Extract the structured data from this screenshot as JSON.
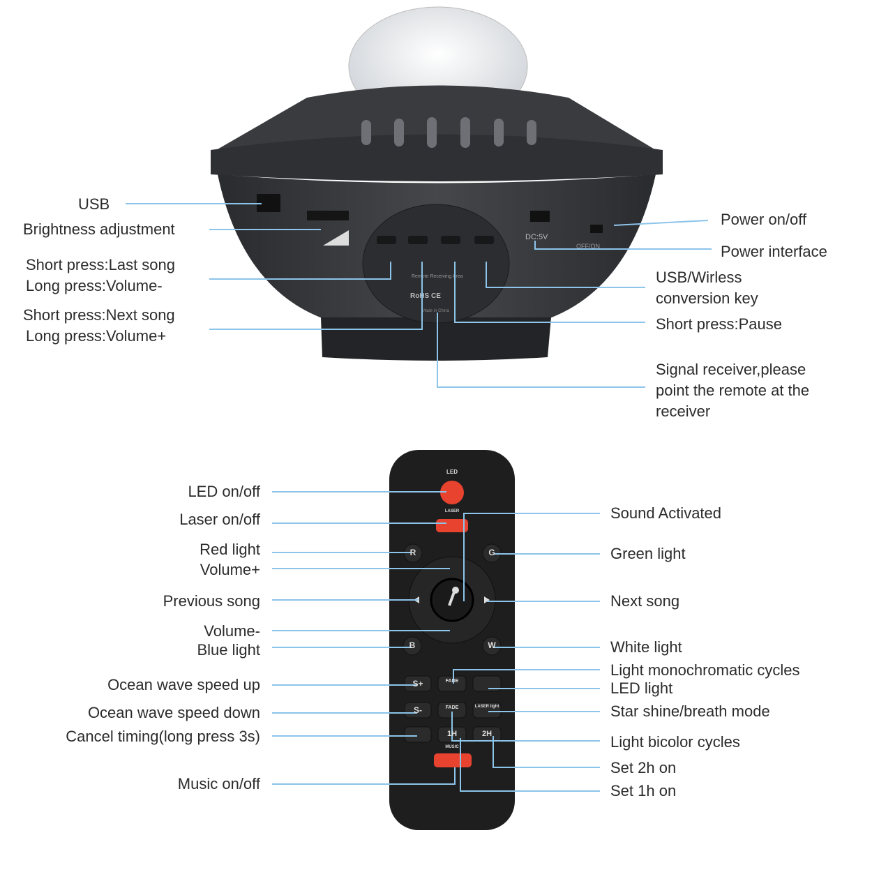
{
  "projector": {
    "labels_left": [
      {
        "lines": [
          "USB"
        ]
      },
      {
        "lines": [
          "Brightness adjustment"
        ]
      },
      {
        "lines": [
          "Short press:Last song",
          "Long press:Volume-"
        ]
      },
      {
        "lines": [
          "Short press:Next song",
          "Long press:Volume+"
        ]
      }
    ],
    "labels_right": [
      {
        "lines": [
          "Power on/off"
        ]
      },
      {
        "lines": [
          "Power interface"
        ]
      },
      {
        "lines": [
          "USB/Wirless",
          "conversion key"
        ]
      },
      {
        "lines": [
          "Short press:Pause"
        ]
      },
      {
        "lines": [
          "Signal receiver,please",
          "point the remote at the",
          "receiver"
        ]
      }
    ],
    "panel_text": {
      "dc": "DC:5V",
      "off_on": "OFF/ON",
      "remote_area": "Remote Receiving Area",
      "certs": "RoHS CE",
      "made": "Made in China"
    }
  },
  "remote": {
    "labels_left": [
      "LED on/off",
      "Laser on/off",
      "Red light",
      "Volume+",
      "Previous song",
      "Volume-",
      "Blue light",
      "Ocean wave speed up",
      "Ocean wave speed down",
      "Cancel timing(long press 3s)",
      "Music on/off"
    ],
    "labels_right": [
      "Sound Activated",
      "Green light",
      "Next song",
      "White light",
      "Light monochromatic cycles",
      "LED light",
      "Star shine/breath mode",
      "Light bicolor cycles",
      "Set 2h on",
      "Set 1h on"
    ],
    "buttons": {
      "led_caption": "LED",
      "laser_caption": "LASER",
      "music_caption": "MUSIC",
      "r": "R",
      "g": "G",
      "b": "B",
      "w": "W",
      "s_plus": "S+",
      "s_minus": "S-",
      "fade1": "FADE",
      "fade2": "FADE",
      "laser_light": "LASER light",
      "h1": "1H",
      "h2": "2H"
    },
    "colors": {
      "body": "#1e1e1e",
      "power": "#e8432e",
      "line": "#8cc4ea"
    }
  }
}
